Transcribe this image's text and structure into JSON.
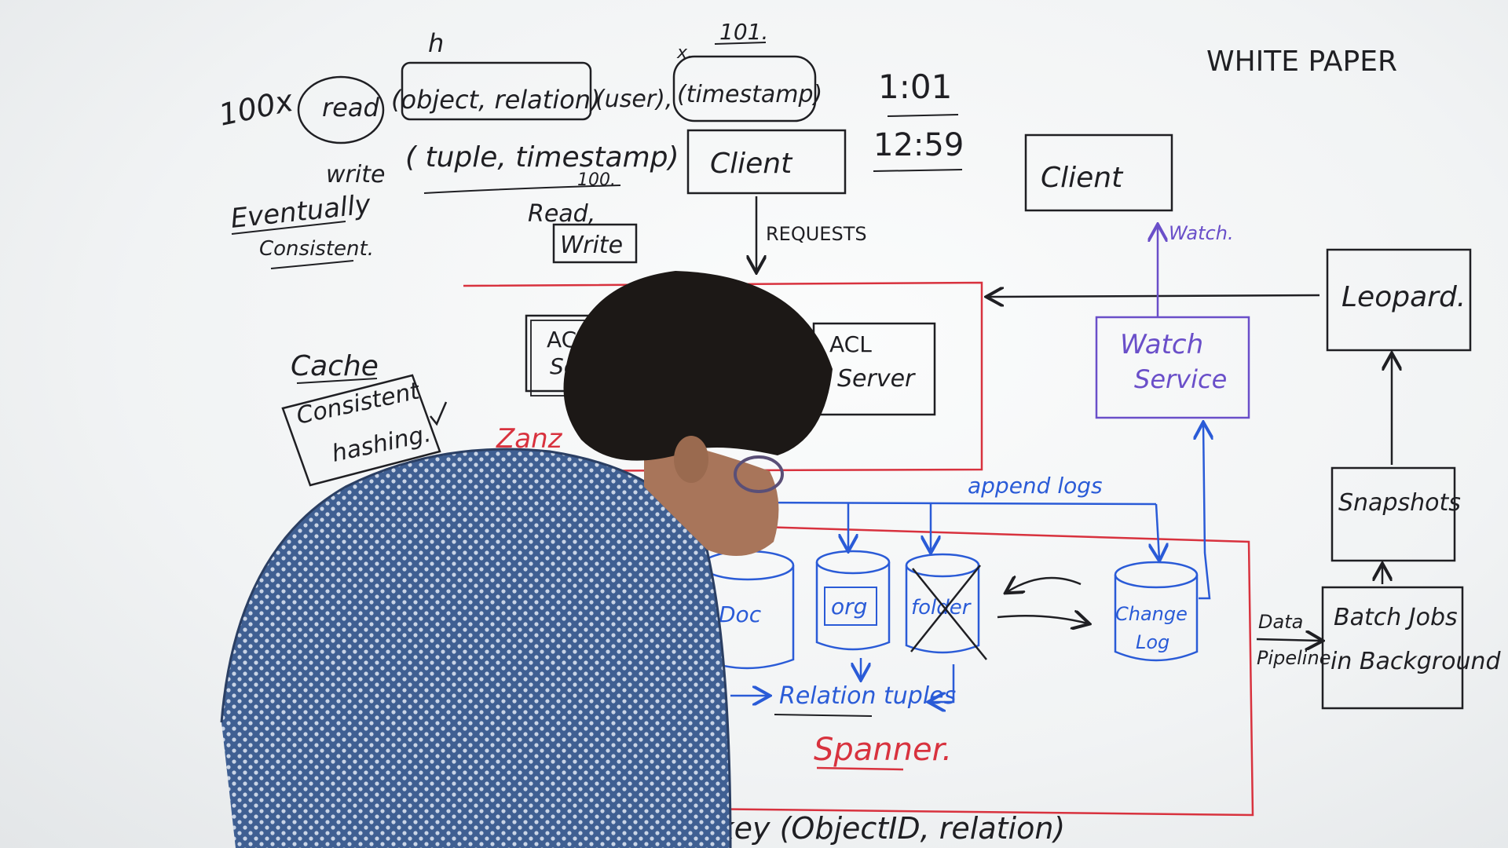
{
  "colors": {
    "board": "#f3f5f6",
    "ink_black": "#1f1f23",
    "ink_blue": "#2a5bd7",
    "ink_purple": "#6a4fc9",
    "ink_red": "#d8323e",
    "shirt": "#4a6a9a",
    "hair": "#1c1816"
  },
  "corner": {
    "whitepaper": "WHITE PAPER"
  },
  "top_left": {
    "n_label": "h",
    "x100": "100x",
    "read_word": "read",
    "read_args": "(object, relation)",
    "user_arg": "(user),",
    "timestamp_arg": "(timestamp)",
    "write_word": "write",
    "write_args": "( tuple, timestamp)",
    "n100": "100.",
    "eventually": "Eventually",
    "consistent": "Consistent.",
    "x_mark": "x.",
    "n101": "101."
  },
  "times": {
    "t1": "1:01",
    "t2": "12:59"
  },
  "clients": {
    "client_main": "Client",
    "client_watch": "Client"
  },
  "labels": {
    "requests": "REQUESTS",
    "read_write_1": "Read,",
    "read_write_2": "Write",
    "watch": "Watch.",
    "append_logs": "append logs",
    "relation_tuples": "Relation tuples",
    "spanner": "Spanner.",
    "data_pipeline_1": "Data",
    "data_pipeline_2": "Pipeline",
    "zanzibar_partial": "Zanz",
    "bottom_key": "l key (ObjectID, relation)"
  },
  "cache": {
    "title": "Cache",
    "line1": "Consistent",
    "line2": "hashing."
  },
  "acl": {
    "left_1": "ACL",
    "left_2": "Ser",
    "right_1": "ACL",
    "right_2": "Server"
  },
  "services": {
    "watch_1": "Watch",
    "watch_2": "Service",
    "leopard": "Leopard.",
    "snapshots": "Snapshots",
    "batch_1": "Batch Jobs",
    "batch_2": "in Background"
  },
  "databases": {
    "doc": "Doc",
    "org": "org",
    "folder": "folder",
    "changelog_1": "Change",
    "changelog_2": "Log"
  },
  "icons": [
    "check-icon"
  ]
}
